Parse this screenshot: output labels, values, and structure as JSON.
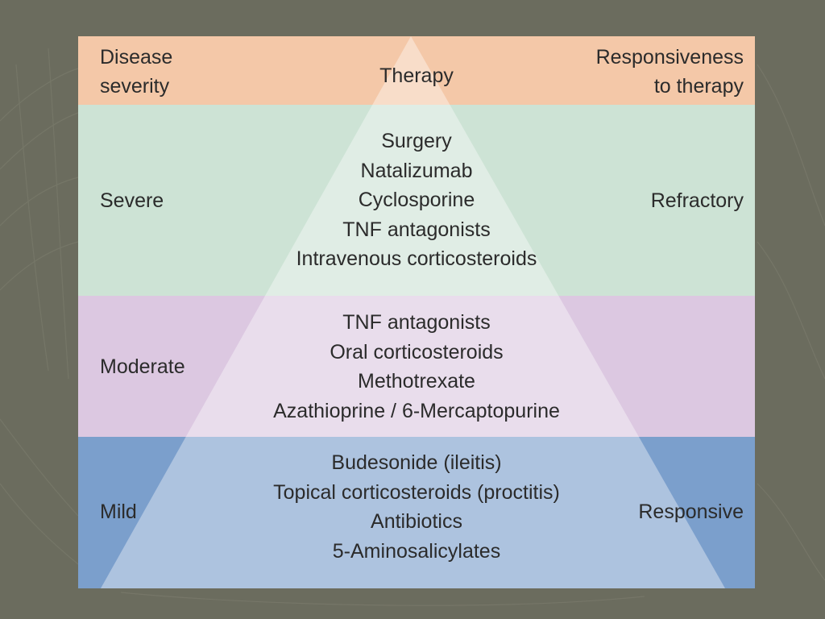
{
  "header": {
    "left_line1": "Disease",
    "left_line2": "severity",
    "center": "Therapy",
    "right_line1": "Responsiveness",
    "right_line2": "to therapy"
  },
  "severe": {
    "label": "Severe",
    "response": "Refractory",
    "therapies": [
      "Surgery",
      "Natalizumab",
      "Cyclosporine",
      "TNF antagonists",
      "Intravenous corticosteroids"
    ]
  },
  "moderate": {
    "label": "Moderate",
    "response": "",
    "therapies": [
      "TNF antagonists",
      "Oral corticosteroids",
      "Methotrexate",
      "Azathioprine / 6-Mercaptopurine"
    ]
  },
  "mild": {
    "label": "Mild",
    "response": "Responsive",
    "therapies": [
      "Budesonide (ileitis)",
      "Topical corticosteroids (proctitis)",
      "Antibiotics",
      "5-Aminosalicylates"
    ]
  },
  "colors": {
    "header": "#f4c8a8",
    "severe": "#cde3d5",
    "moderate": "#dcc8e1",
    "mild": "#7b9fcc",
    "background": "#6b6c5e"
  }
}
